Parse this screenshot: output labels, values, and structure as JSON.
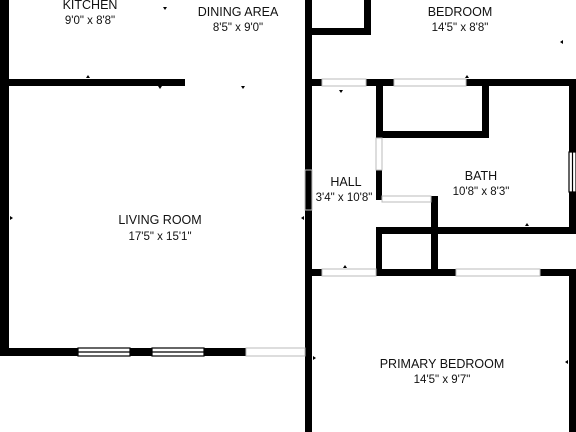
{
  "colors": {
    "wall": "#000000",
    "background": "#ffffff",
    "window_frame": "#bbbbbb",
    "text": "#111111"
  },
  "rooms": {
    "kitchen": {
      "name": "KITCHEN",
      "dims": "9'0\" x 8'8\""
    },
    "dining_area": {
      "name": "DINING AREA",
      "dims": "8'5\" x 9'0\""
    },
    "bedroom": {
      "name": "BEDROOM",
      "dims": "14'5\" x 8'8\""
    },
    "living_room": {
      "name": "LIVING ROOM",
      "dims": "17'5\" x 15'1\""
    },
    "hall": {
      "name": "HALL",
      "dims": "3'4\" x 10'8\""
    },
    "bath": {
      "name": "BATH",
      "dims": "10'8\" x 8'3\""
    },
    "primary_bedroom": {
      "name": "PRIMARY BEDROOM",
      "dims": "14'5\" x 9'7\""
    }
  }
}
